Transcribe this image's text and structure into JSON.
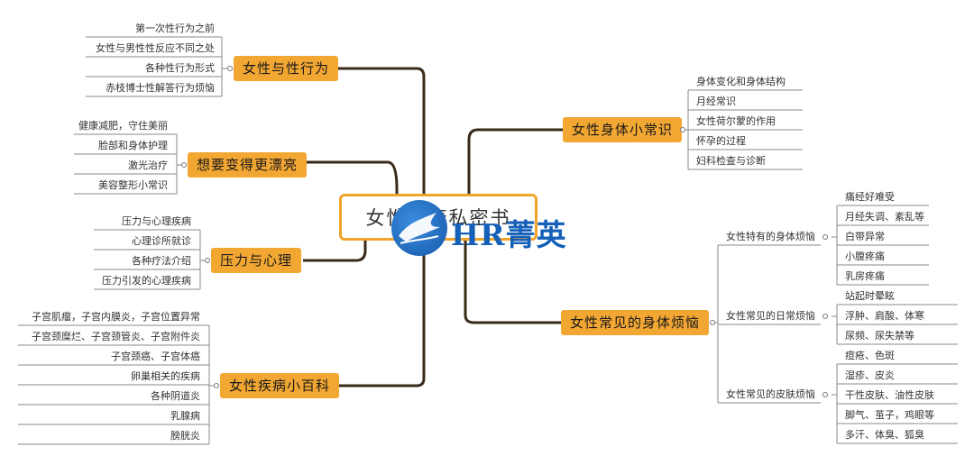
{
  "central": {
    "title": "女性健康私密书"
  },
  "logo": {
    "text": "HR菁英"
  },
  "colors": {
    "accent": "#f3a733",
    "border": "#f0a42a",
    "line": "#3a2a1a",
    "logo": "#1560b8"
  },
  "left_topics": [
    {
      "label": "女性与性行为",
      "leaves": [
        "第一次性行为之前",
        "女性与男性性反应不同之处",
        "各种性行为形式",
        "赤枝博士性解答行为烦恼"
      ]
    },
    {
      "label": "想要变得更漂亮",
      "leaves": [
        "健康减肥，守住美丽",
        "脸部和身体护理",
        "激光治疗",
        "美容整形小常识"
      ]
    },
    {
      "label": "压力与心理",
      "leaves": [
        "压力与心理疾病",
        "心理诊所就诊",
        "各种疗法介绍",
        "压力引发的心理疾病"
      ]
    },
    {
      "label": "女性疾病小百科",
      "leaves": [
        "子宫肌瘤，子宫内膜炎，子宫位置异常",
        "子宫颈糜烂、子宫颈管炎、子宫附件炎",
        "子宫颈癌、子宫体癌",
        "卵巢相关的疾病",
        "各种阴道炎",
        "乳腺病",
        "膀胱炎"
      ]
    }
  ],
  "right_topics": [
    {
      "label": "女性身体小常识",
      "leaves": [
        "身体变化和身体结构",
        "月经常识",
        "女性荷尔蒙的作用",
        "怀孕的过程",
        "妇科检查与诊断"
      ]
    },
    {
      "label": "女性常见的身体烦恼",
      "subs": [
        {
          "label": "女性特有的身体烦恼",
          "leaves": [
            "痛经好难受",
            "月经失调、紊乱等",
            "白带异常",
            "小腹疼痛",
            "乳房疼痛"
          ]
        },
        {
          "label": "女性常见的日常烦恼",
          "leaves": [
            "站起时晕眩",
            "浮肿、肩酸、体寒",
            "尿频、尿失禁等"
          ]
        },
        {
          "label": "女性常见的皮肤烦恼",
          "leaves": [
            "痘疮、色斑",
            "湿疹、皮炎",
            "干性皮肤、油性皮肤",
            "脚气、茧子，鸡眼等",
            "多汗、体臭、狐臭"
          ]
        }
      ]
    }
  ]
}
